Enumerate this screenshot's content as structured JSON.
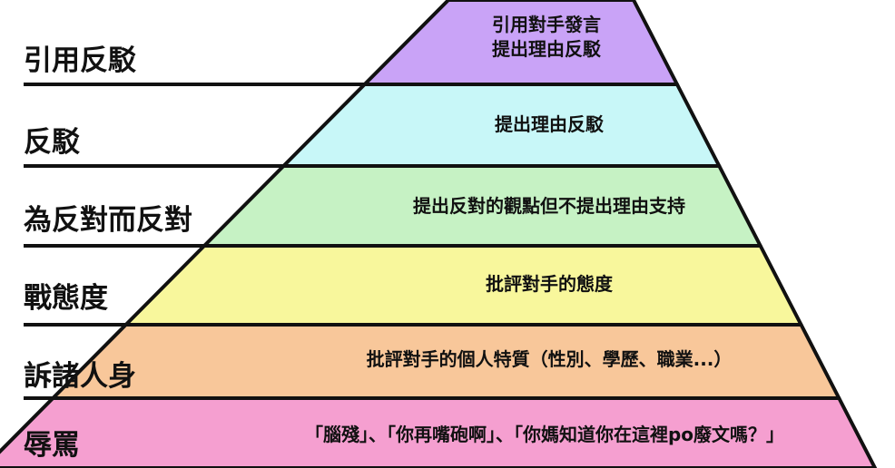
{
  "pyramid": {
    "tiers": [
      {
        "label": "引用反駁",
        "desc_lines": [
          "引用對手發言",
          "提出理由反駁"
        ],
        "color": "#c9a3f7"
      },
      {
        "label": "反駁",
        "desc_lines": [
          "提出理由反駁"
        ],
        "color": "#c8f7f8"
      },
      {
        "label": "為反對而反對",
        "desc_lines": [
          "提出反對的觀點但不提出理由支持"
        ],
        "color": "#c6f2c4"
      },
      {
        "label": "戰態度",
        "desc_lines": [
          "批評對手的態度"
        ],
        "color": "#f8f79c"
      },
      {
        "label": "訴諸人身",
        "desc_lines": [
          "批評對手的個人特質（性別、學歷、職業...）"
        ],
        "color": "#f8c79a"
      },
      {
        "label": "辱罵",
        "desc_lines": [
          "「腦殘」、「你再嘴砲啊」、「你媽知道你在這裡po廢文嗎？」"
        ],
        "color": "#f59fd0"
      }
    ],
    "outline_color": "#111111"
  }
}
